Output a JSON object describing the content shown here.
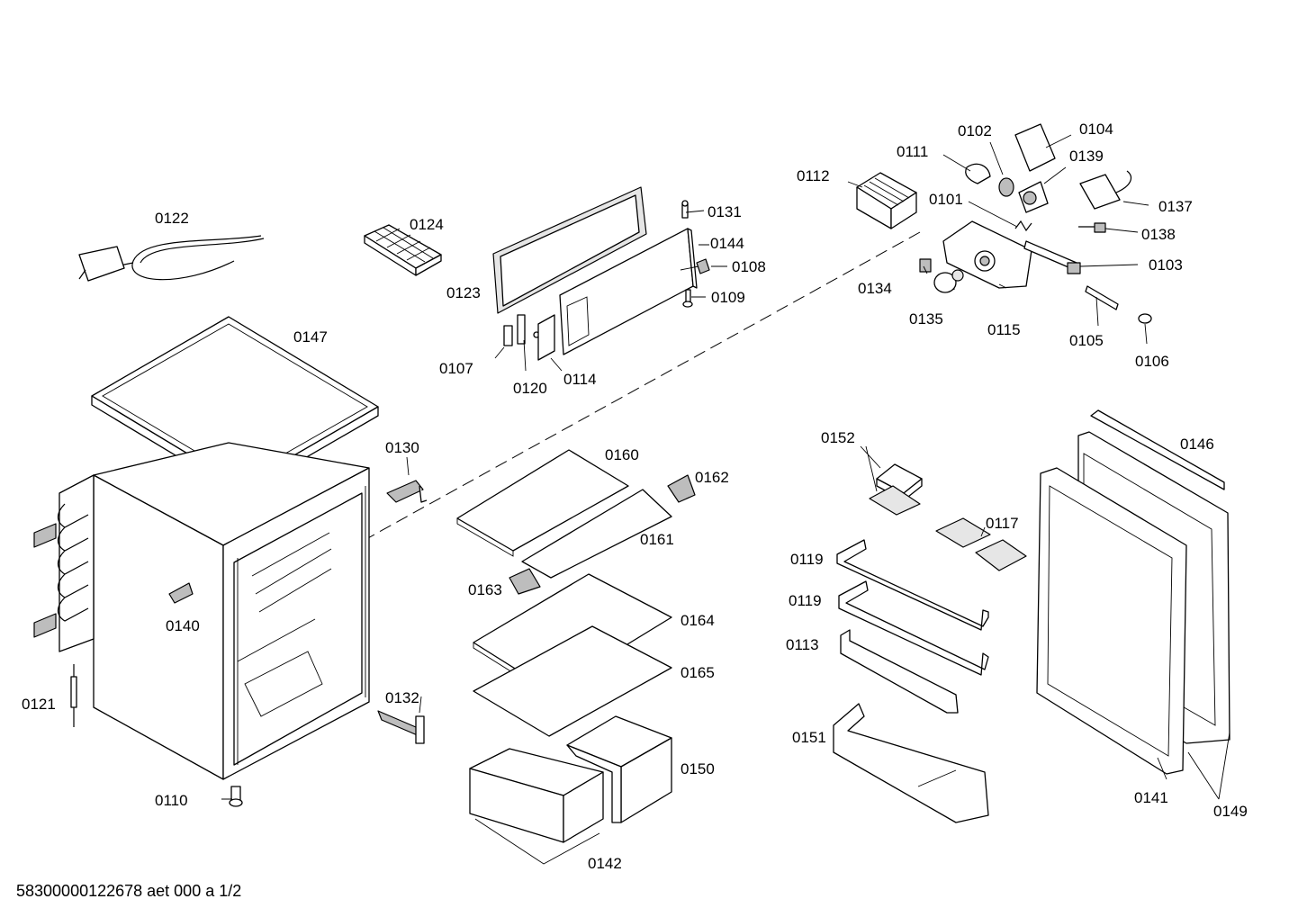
{
  "diagram": {
    "footer": "58300000122678 aet 000 a 1/2",
    "labels": {
      "p0101": "0101",
      "p0102": "0102",
      "p0103": "0103",
      "p0104": "0104",
      "p0105": "0105",
      "p0106": "0106",
      "p0107": "0107",
      "p0108": "0108",
      "p0109": "0109",
      "p0110": "0110",
      "p0111": "0111",
      "p0112": "0112",
      "p0113": "0113",
      "p0114": "0114",
      "p0115": "0115",
      "p0117": "0117",
      "p0119a": "0119",
      "p0119b": "0119",
      "p0120": "0120",
      "p0121": "0121",
      "p0122": "0122",
      "p0123": "0123",
      "p0124": "0124",
      "p0130": "0130",
      "p0131": "0131",
      "p0132": "0132",
      "p0134": "0134",
      "p0135": "0135",
      "p0137": "0137",
      "p0138": "0138",
      "p0139": "0139",
      "p0140": "0140",
      "p0141": "0141",
      "p0142": "0142",
      "p0144": "0144",
      "p0146": "0146",
      "p0147": "0147",
      "p0149": "0149",
      "p0150": "0150",
      "p0151": "0151",
      "p0152": "0152",
      "p0160": "0160",
      "p0161": "0161",
      "p0162": "0162",
      "p0163": "0163",
      "p0164": "0164",
      "p0165": "0165"
    }
  }
}
